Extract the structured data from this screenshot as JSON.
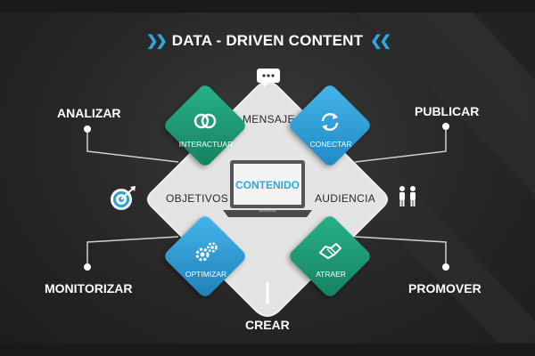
{
  "title": "DATA - DRIVEN CONTENT",
  "center": {
    "label": "CONTENIDO"
  },
  "inner_labels": {
    "top": "MENSAJE",
    "left": "OBJETIVOS",
    "right": "AUDIENCIA"
  },
  "tiles": {
    "top_left": {
      "label": "INTERACTUAR",
      "icon": "link-icon",
      "color": "#1fa07a"
    },
    "top_right": {
      "label": "CONECTAR",
      "icon": "refresh-icon",
      "color": "#2d9fd6"
    },
    "bottom_left": {
      "label": "OPTIMIZAR",
      "icon": "gears-icon",
      "color": "#2d9fd6"
    },
    "bottom_right": {
      "label": "ATRAER",
      "icon": "handshake-icon",
      "color": "#1fa07a"
    }
  },
  "outer_labels": {
    "top_left": "ANALIZAR",
    "top_right": "PUBLICAR",
    "bottom_left": "MONITORIZAR",
    "bottom_right": "PROMOVER",
    "bottom": "CREAR"
  },
  "icons": {
    "top": "chat-bubble-icon",
    "left": "target-icon",
    "right": "people-icon"
  },
  "colors": {
    "background": "#262626",
    "accent_blue": "#2d9fd6",
    "accent_green": "#1fa07a",
    "diamond": "#e6e6e6"
  }
}
